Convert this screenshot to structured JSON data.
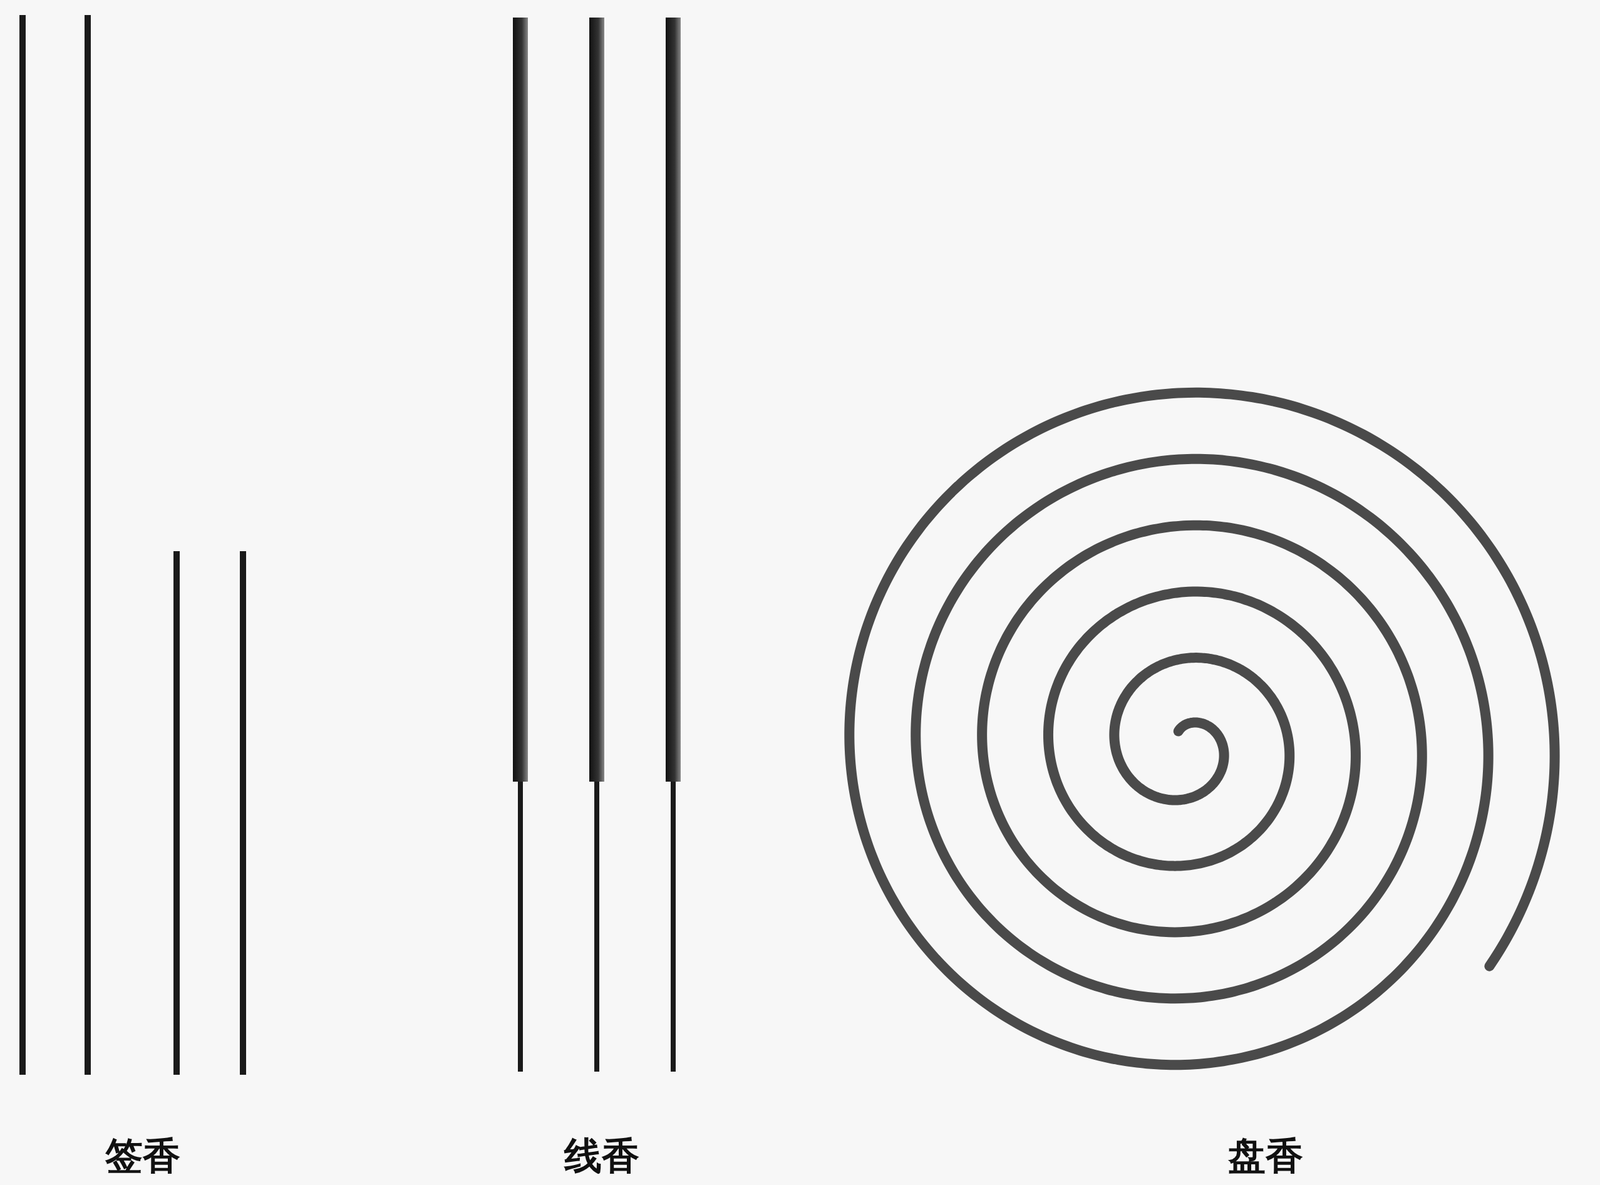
{
  "diagram": {
    "labels": [
      "签香",
      "线香",
      "盘香"
    ]
  }
}
